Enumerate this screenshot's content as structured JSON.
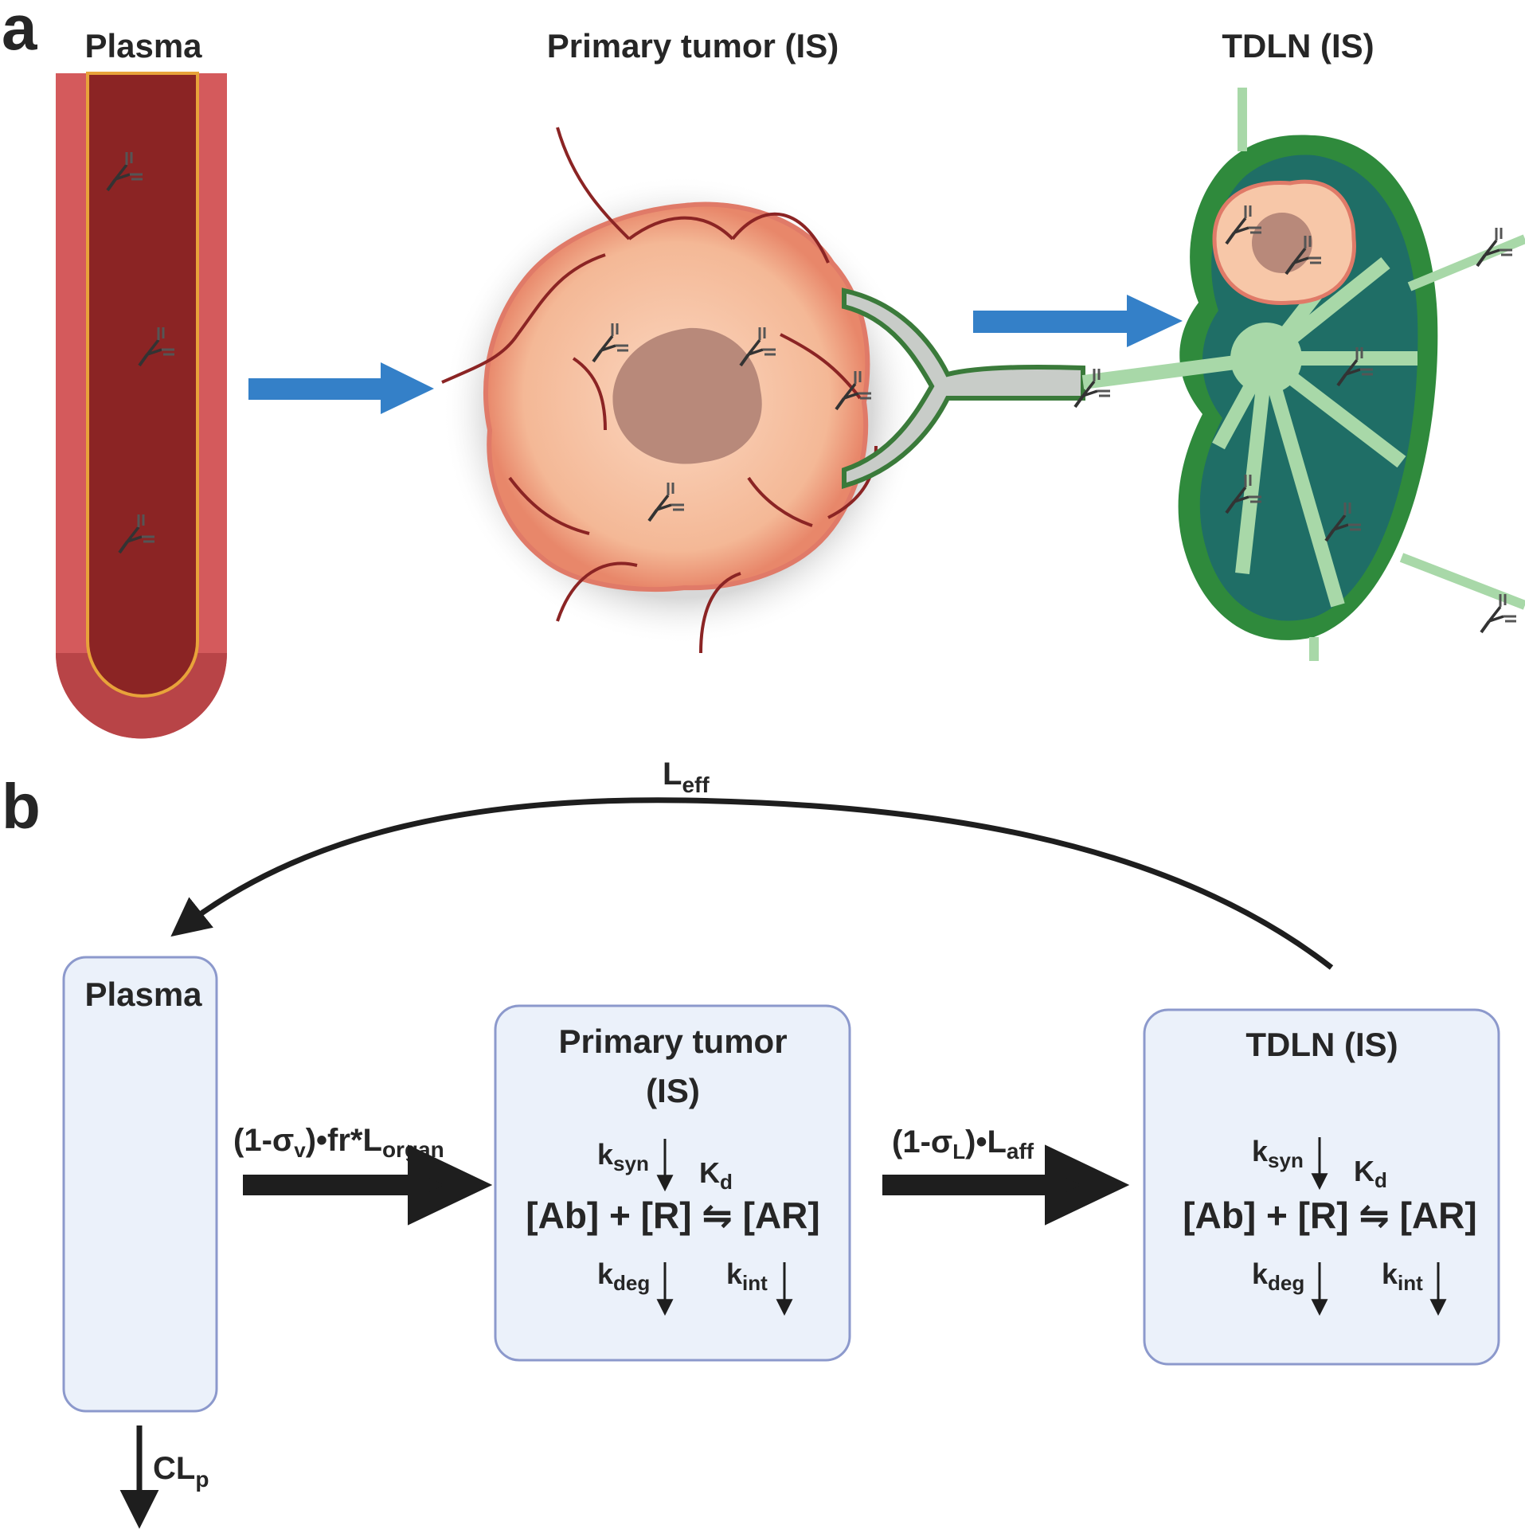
{
  "panel_a": {
    "letter": "a",
    "titles": {
      "plasma": "Plasma",
      "tumor": "Primary tumor (IS)",
      "tdln": "TDLN (IS)"
    }
  },
  "panel_b": {
    "letter": "b",
    "return_flow": {
      "main": "L",
      "sub": "eff"
    },
    "plasma_box": {
      "title": "Plasma"
    },
    "tumor_box": {
      "title_line1": "Primary tumor",
      "title_line2": "(IS)",
      "ksyn": {
        "main": "k",
        "sub": "syn"
      },
      "kd": {
        "main": "K",
        "sub": "d"
      },
      "equation": "[Ab] + [R] ⇋ [AR]",
      "kdeg": {
        "main": "k",
        "sub": "deg"
      },
      "kint": {
        "main": "k",
        "sub": "int"
      }
    },
    "tdln_box": {
      "title": "TDLN (IS)",
      "ksyn": {
        "main": "k",
        "sub": "syn"
      },
      "kd": {
        "main": "K",
        "sub": "d"
      },
      "equation": "[Ab] + [R] ⇋ [AR]",
      "kdeg": {
        "main": "k",
        "sub": "deg"
      },
      "kint": {
        "main": "k",
        "sub": "int"
      }
    },
    "flow_plasma_to_tumor": {
      "a": "(1-σ",
      "a_sub": "v",
      "b": ")•fr*L",
      "b_sub": "organ"
    },
    "flow_tumor_to_tdln": {
      "a": "(1-σ",
      "a_sub": "L",
      "b": ")•L",
      "b_sub": "aff"
    },
    "clearance": {
      "main": "CL",
      "sub": "p"
    }
  },
  "colors": {
    "vessel_outer": "#d45a5c",
    "vessel_inner": "#8b2424",
    "vessel_wall": "#e8a33a",
    "blue_arrow": "#3480c8",
    "tumor_body": "#f7c7a8",
    "tumor_core": "#b8897a",
    "lymph_outer": "#2f8a3c",
    "lymph_inner": "#1f6e66",
    "lymph_light": "#a8d8a8",
    "box_fill": "#ebf1fa",
    "box_stroke": "#8c99cc",
    "arrow_black": "#1e1e1e"
  }
}
